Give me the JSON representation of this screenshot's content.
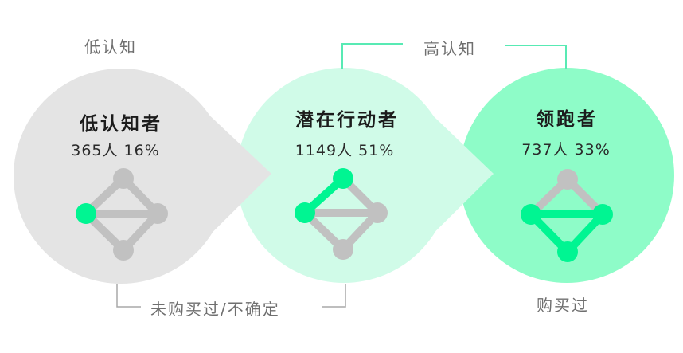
{
  "colors": {
    "stage1_fill": "#e4e4e4",
    "stage2_fill": "#d0fbe8",
    "stage3_fill": "#8efcc8",
    "node_active": "#00f592",
    "node_inactive": "#c1c1c1",
    "bracket_high": "#58eab4",
    "bracket_low": "#a8a8a8",
    "label_gray": "#6f6f6f"
  },
  "top_labels": {
    "low_awareness": "低认知",
    "high_awareness": "高认知"
  },
  "bottom_labels": {
    "not_purchased": "未购买过/不确定",
    "purchased": "购买过"
  },
  "stages": [
    {
      "title": "低认知者",
      "count": "365人",
      "percent": "16%",
      "stat": "365人 16%",
      "active_nodes": [
        "left"
      ],
      "active_edges": []
    },
    {
      "title": "潜在行动者",
      "count": "1149人",
      "percent": "51%",
      "stat": "1149人  51%",
      "active_nodes": [
        "left",
        "top"
      ],
      "active_edges": [
        "left-top"
      ]
    },
    {
      "title": "领跑者",
      "count": "737人",
      "percent": "33%",
      "stat": "737人  33%",
      "active_nodes": [
        "left",
        "right",
        "bottom"
      ],
      "active_edges": [
        "left-right",
        "left-bottom",
        "right-bottom"
      ]
    }
  ]
}
